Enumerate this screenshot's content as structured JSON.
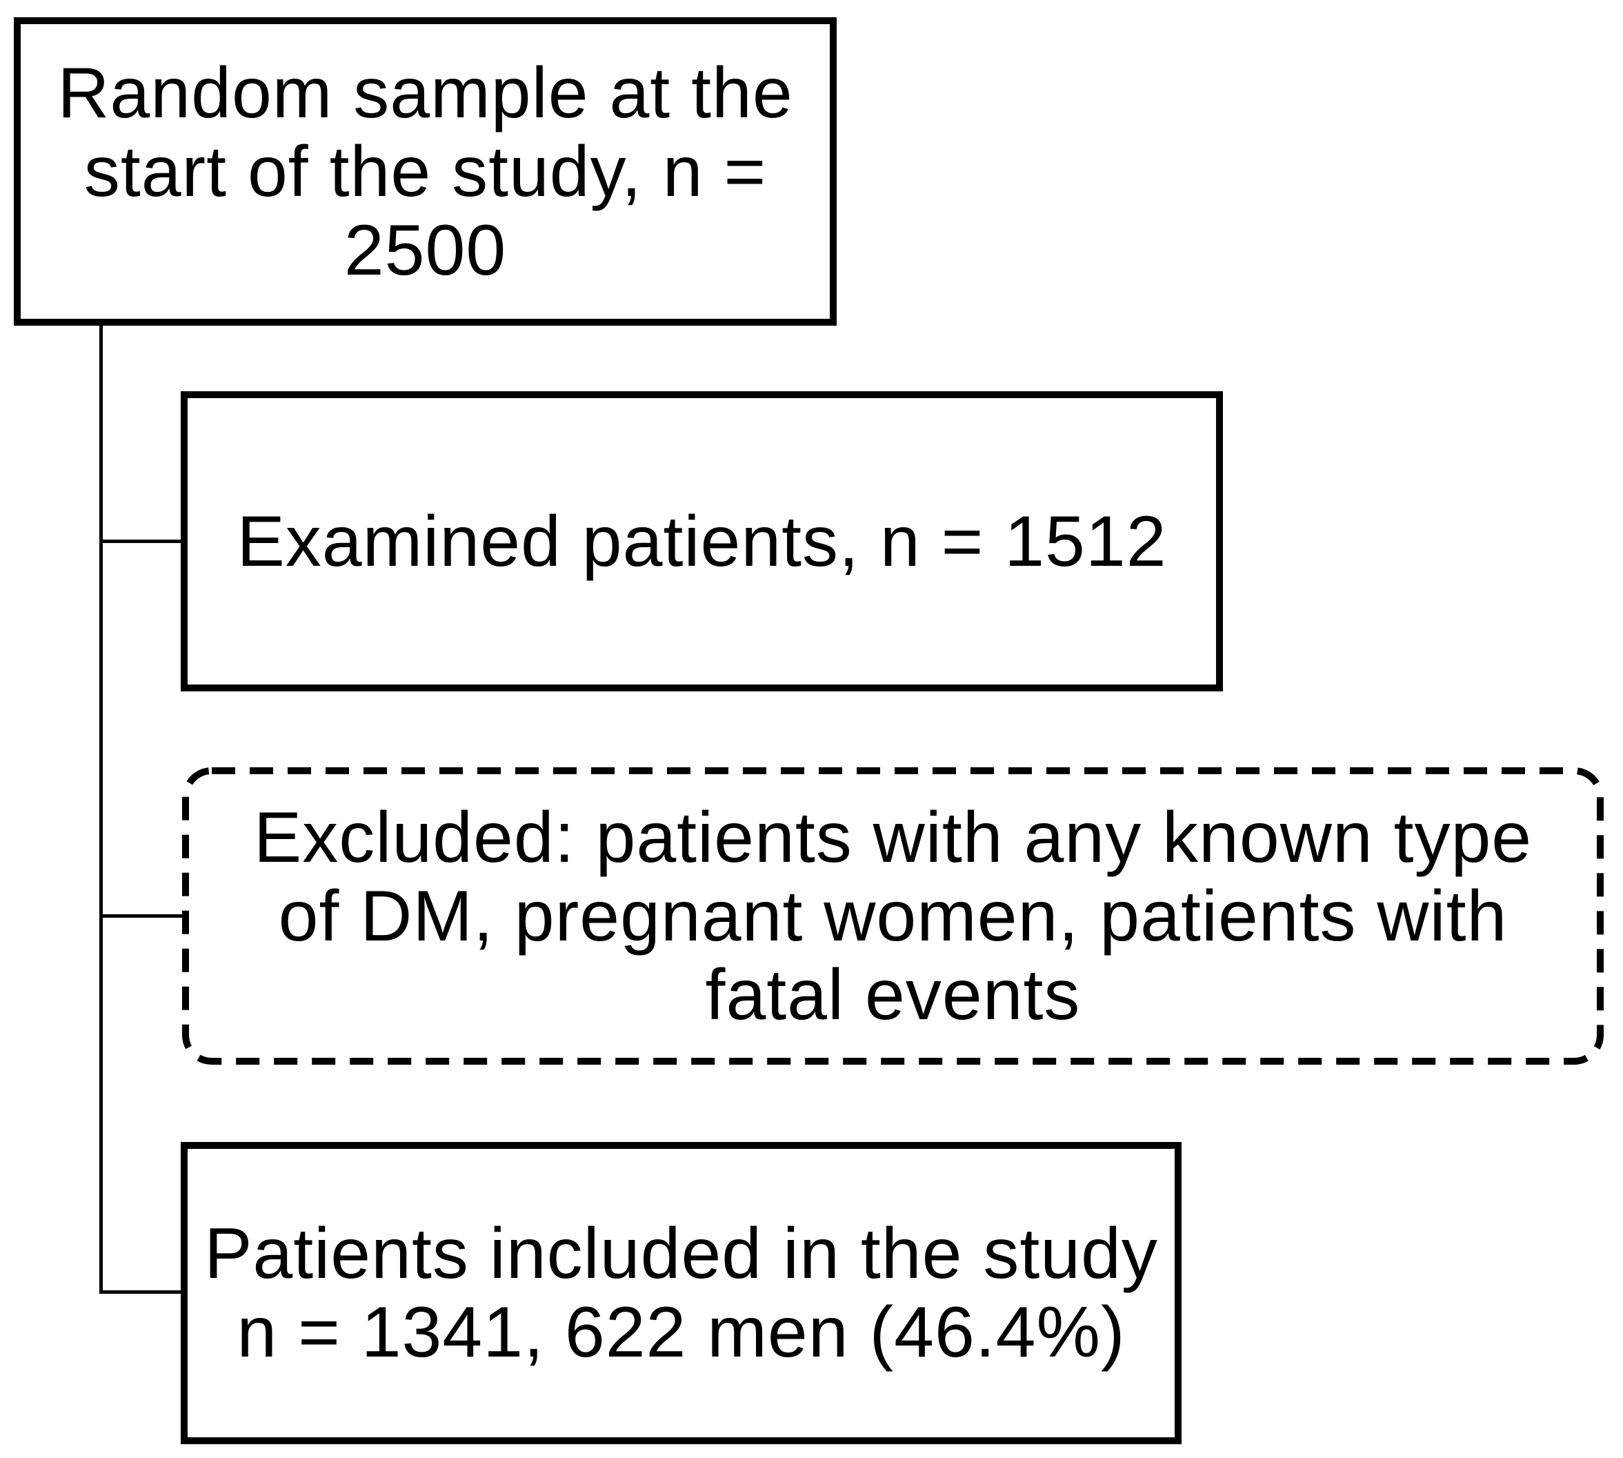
{
  "page": {
    "background_color": "#ffffff",
    "line_color": "#000000",
    "text_color": "#000000"
  },
  "flowchart": {
    "nodes": {
      "random_sample": {
        "border_style": "solid",
        "lines": [
          "Random sample at the",
          "start of the study, n =",
          "2500"
        ],
        "full_text": "Random sample at the start of the study, n = 2500"
      },
      "examined": {
        "border_style": "solid",
        "lines": [
          "Examined patients, n = 1512"
        ],
        "full_text": "Examined patients, n = 1512"
      },
      "excluded": {
        "border_style": "dashed",
        "lines": [
          "Excluded: patients with any known type",
          "of DM, pregnant women, patients with",
          "fatal events"
        ],
        "full_text": "Excluded: patients with any known type of DM, pregnant women, patients with fatal events"
      },
      "included": {
        "border_style": "solid",
        "lines": [
          "Patients included in the study",
          "n = 1341, 622 men (46.4%)"
        ],
        "full_text": "Patients included in the study n = 1341, 622 men (46.4%)"
      }
    }
  }
}
